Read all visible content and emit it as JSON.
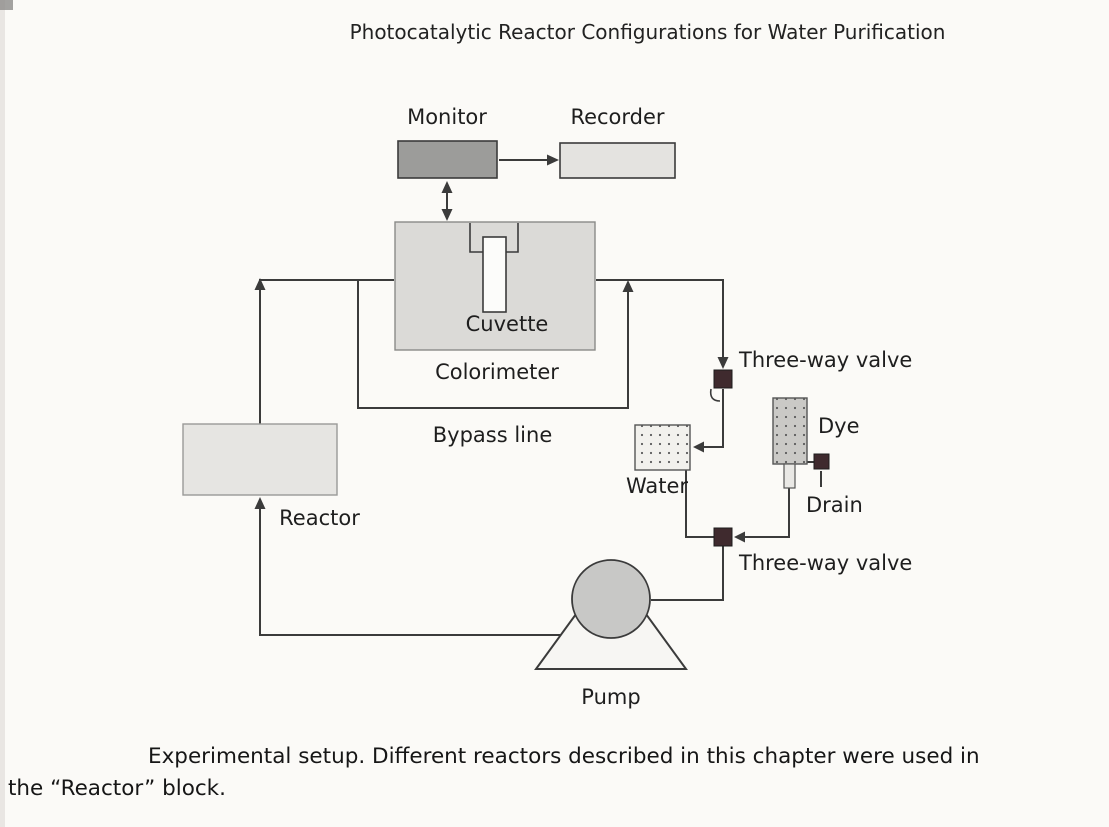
{
  "page": {
    "title": "Photocatalytic Reactor Configurations for Water Purification",
    "caption": {
      "line1": "Experimental setup. Different reactors described in this chapter were used in",
      "line2": "the “Reactor” block."
    }
  },
  "diagram": {
    "labels": {
      "monitor": "Monitor",
      "recorder": "Recorder",
      "cuvette": "Cuvette",
      "colorimeter": "Colorimeter",
      "bypass": "Bypass line",
      "reactor": "Reactor",
      "water": "Water",
      "dye": "Dye",
      "drain": "Drain",
      "pump": "Pump",
      "upper_valve": "Three-way valve",
      "lower_valve": "Three-way valve"
    },
    "colors": {
      "line": "#3b3b3b",
      "monitor_fill": "#9c9c9a",
      "recorder_fill": "#e4e3e0",
      "colorimeter_fill": "#dbdad7",
      "reactor_fill": "#e6e5e2",
      "water_fill": "#f2f1ed",
      "dye_fill": "#cac9c6",
      "pump_fill": "#c8c8c6",
      "valve_fill": "#3f2a2e"
    }
  }
}
